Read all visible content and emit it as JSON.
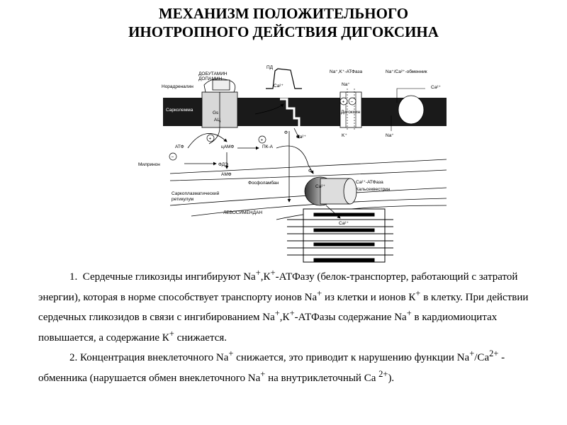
{
  "title": {
    "line1": "МЕХАНИЗМ ПОЛОЖИТЕЛЬНОГО",
    "line2": "ИНОТРОПНОГО ДЕЙСТВИЯ ДИГОКСИНА"
  },
  "diagram": {
    "labels": {
      "dobutamin": "ДОБУТАМИН",
      "dopamin": "ДОПАМИН",
      "noradrenalin": "Норадреналин",
      "sarkolemma": "Сарколемма",
      "gs": "Gs",
      "ac": "АЦ",
      "atf": "АТФ",
      "camf": "цАМФ",
      "pka": "ПК-А",
      "milrinon": "Милринон",
      "fde": "ФДЭ",
      "amf": "АМФ",
      "pd": "ПД",
      "ca_top": "Ca²⁺",
      "ca_mid": "Ca²⁺",
      "f1": "Ф",
      "f2": "Ф",
      "na_k_atpase": "Na⁺,K⁺-АТФаза",
      "na_ca_exchanger": "Na⁺/Ca²⁺-обменник",
      "na_top": "Na⁺",
      "ca_right": "Ca²⁺",
      "digoksin": "Дигоксин",
      "k_bottom": "K⁺",
      "na_bottom": "Na⁺",
      "fosfolamban": "Фосфоламбан",
      "ca_atpase": "Ca²⁺-АТФаза",
      "kalsekvestrin": "Кальсеквестрин",
      "sr_line1": "Саркоплазматический",
      "sr_line2": "ретикулум",
      "levosimendan": "ЛЕВОСИМЕНДАН",
      "ca_sr": "Ca²⁺",
      "ca_myo": "Ca²⁺",
      "plus1": "+",
      "plus2": "+",
      "minus1": "−",
      "plus3": "+",
      "minus2": "−"
    }
  },
  "text": {
    "p1_n": "1.",
    "p1_a": "Сердечные гликозиды ингибируют Na",
    "p1_b": "+",
    "p1_c": ",К",
    "p1_d": "+",
    "p1_e": "-АТФазу (белок-транспортер, работающий с затратой энергии), которая в норме  способствует транспорту ионов Na",
    "p1_f": "+",
    "p1_g": "  из клетки и ионов К",
    "p1_h": "+",
    "p1_i": "  в клетку. При действии сердечных гликозидов в связи с ингибированием Na",
    "p1_j": "+",
    "p1_k": ",К",
    "p1_l": "+",
    "p1_m": "-АТФазы   содержание Na",
    "p1_n2": "+",
    "p1_o": " в кардиомиоцитах повышается, а содержание К",
    "p1_p": "+",
    "p1_q": " снижается.",
    "p2_a": "2. Концентрация внеклеточного  Na",
    "p2_b": "+",
    "p2_c": "  снижается, это приводит к нарушению функции Na",
    "p2_d": "+",
    "p2_e": "/Ca",
    "p2_f": "2+",
    "p2_g": "  - обменника  (нарушается обмен внеклеточного Na",
    "p2_h": "+",
    "p2_i": " на внутриклеточный Ca ",
    "p2_j": "2+",
    "p2_k": ")."
  }
}
